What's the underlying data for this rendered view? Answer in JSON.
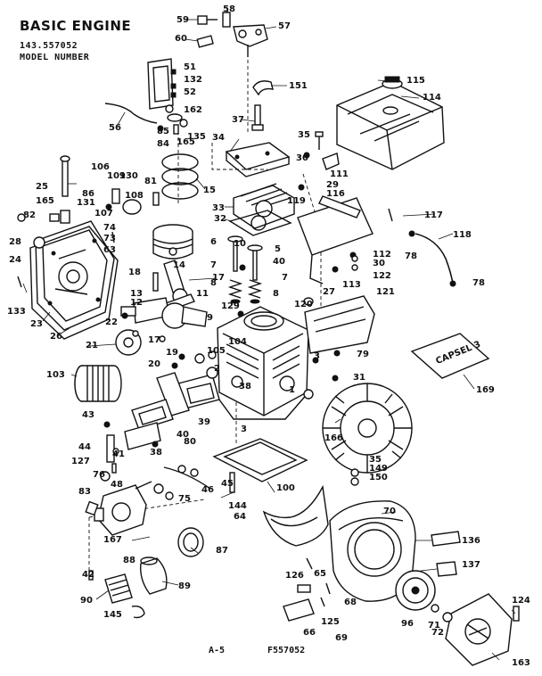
{
  "header": {
    "title": "BASIC ENGINE",
    "model_number": "143.557052",
    "model_label": "MODEL NUMBER"
  },
  "footer": {
    "page_ref": "A-5",
    "fig_ref": "F557052"
  },
  "decal_text": "CAPSEL 3",
  "callouts": [
    "59",
    "58",
    "57",
    "60",
    "51",
    "132",
    "52",
    "151",
    "162",
    "56",
    "85",
    "84",
    "135",
    "165",
    "37",
    "34",
    "35",
    "115",
    "114",
    "106",
    "25",
    "165",
    "86",
    "109",
    "130",
    "131",
    "108",
    "81",
    "15",
    "30",
    "111",
    "29",
    "116",
    "107",
    "33",
    "32",
    "119",
    "117",
    "118",
    "82",
    "28",
    "24",
    "74",
    "73",
    "63",
    "6",
    "10",
    "5",
    "40",
    "112",
    "30",
    "122",
    "78",
    "78",
    "14",
    "7",
    "18",
    "17",
    "8",
    "7",
    "113",
    "27",
    "121",
    "133",
    "23",
    "13",
    "12",
    "11",
    "9",
    "8",
    "26",
    "129",
    "120",
    "22",
    "21",
    "17",
    "19",
    "20",
    "104",
    "105",
    "79",
    "2",
    "3",
    "31",
    "103",
    "1",
    "38",
    "39",
    "166",
    "169",
    "43",
    "40",
    "3",
    "38",
    "80",
    "44",
    "41",
    "127",
    "48",
    "35",
    "149",
    "150",
    "76",
    "45",
    "46",
    "100",
    "75",
    "144",
    "83",
    "64",
    "70",
    "167",
    "88",
    "87",
    "136",
    "42",
    "89",
    "137",
    "90",
    "126",
    "65",
    "145",
    "68",
    "124",
    "125",
    "66",
    "69",
    "96",
    "71",
    "72",
    "163"
  ],
  "colors": {
    "ink": "#111111",
    "paper": "#ffffff"
  }
}
